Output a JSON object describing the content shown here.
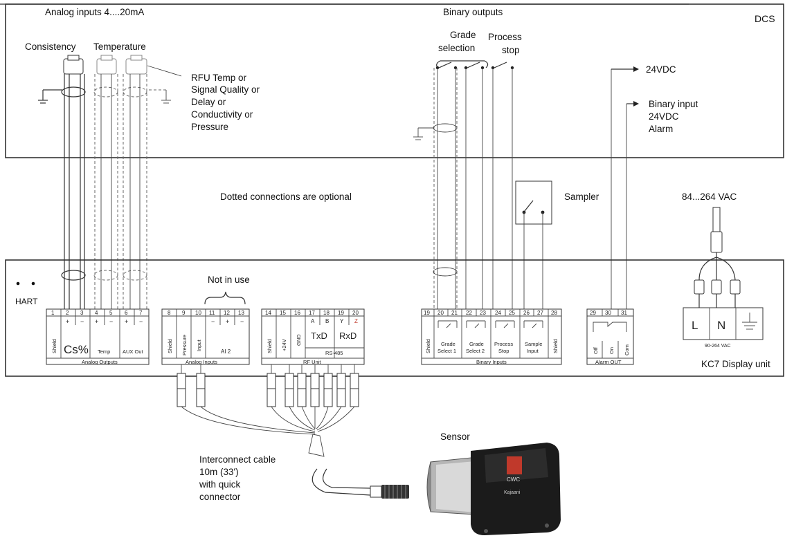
{
  "dcs": {
    "box_label": "DCS",
    "analog_inputs_title": "Analog inputs 4....20mA",
    "consistency": "Consistency",
    "temperature": "Temperature",
    "rfu_lines": [
      "RFU Temp or",
      "Signal Quality or",
      "Delay or",
      "Conductivity or",
      "Pressure"
    ],
    "binary_outputs_title": "Binary outputs",
    "grade_selection": [
      "Grade",
      "selection"
    ],
    "process_stop": [
      "Process",
      "stop"
    ],
    "v24": "24VDC",
    "binary_input": [
      "Binary input",
      "24VDC",
      "Alarm"
    ]
  },
  "middle": {
    "dotted_note": "Dotted connections are optional",
    "sampler": "Sampler",
    "supply": "84...264 VAC"
  },
  "kc7": {
    "box_label": "KC7 Display unit",
    "hart": "HART",
    "not_in_use": "Not in use",
    "analog_outputs": {
      "numbers": [
        "1",
        "2",
        "3",
        "4",
        "5",
        "6",
        "7"
      ],
      "signs": [
        "+",
        "−",
        "+",
        "−",
        "+",
        "−"
      ],
      "shield": "Shield",
      "cs": "Cs%",
      "temp": "Temp",
      "aux": "AUX Out",
      "footer": "Analog Outputs"
    },
    "analog_inputs": {
      "numbers": [
        "8",
        "9",
        "10",
        "11",
        "12",
        "13"
      ],
      "signs": [
        "−",
        "+",
        "−"
      ],
      "shield": "Shield",
      "pressure": "Pressure",
      "input": "Input",
      "ai2": "AI 2",
      "footer": "Analog Inputs"
    },
    "rf_unit": {
      "numbers": [
        "14",
        "15",
        "16",
        "17",
        "18",
        "19",
        "20"
      ],
      "letters": [
        "A",
        "B",
        "Y",
        "Z"
      ],
      "shield": "Shield",
      "v24": "+24V",
      "gnd": "GND",
      "txd": "TxD",
      "rxd": "RxD",
      "rs485": "RS-485",
      "footer": "RF Unit"
    },
    "binary_inputs": {
      "numbers": [
        "19",
        "20",
        "21",
        "22",
        "23",
        "24",
        "25",
        "26",
        "27",
        "28"
      ],
      "shield": "Shield",
      "grade1": [
        "Grade",
        "Select 1"
      ],
      "grade2": [
        "Grade",
        "Select 2"
      ],
      "process": [
        "Process",
        "Stop"
      ],
      "sample": [
        "Sample",
        "Input"
      ],
      "footer": "Binary Inputs"
    },
    "alarm": {
      "numbers": [
        "29",
        "30",
        "31"
      ],
      "labels": [
        "Off",
        "On",
        "Com"
      ],
      "footer": "Alarm OUT"
    },
    "power": {
      "l": "L",
      "n": "N",
      "range": "90-264 VAC"
    }
  },
  "bottom": {
    "cable_lines": [
      "Interconnect cable",
      "10m (33')",
      "with quick",
      "connector"
    ],
    "sensor": "Sensor",
    "sensor_brand": "CWC",
    "sensor_logo": "Kajaani"
  }
}
